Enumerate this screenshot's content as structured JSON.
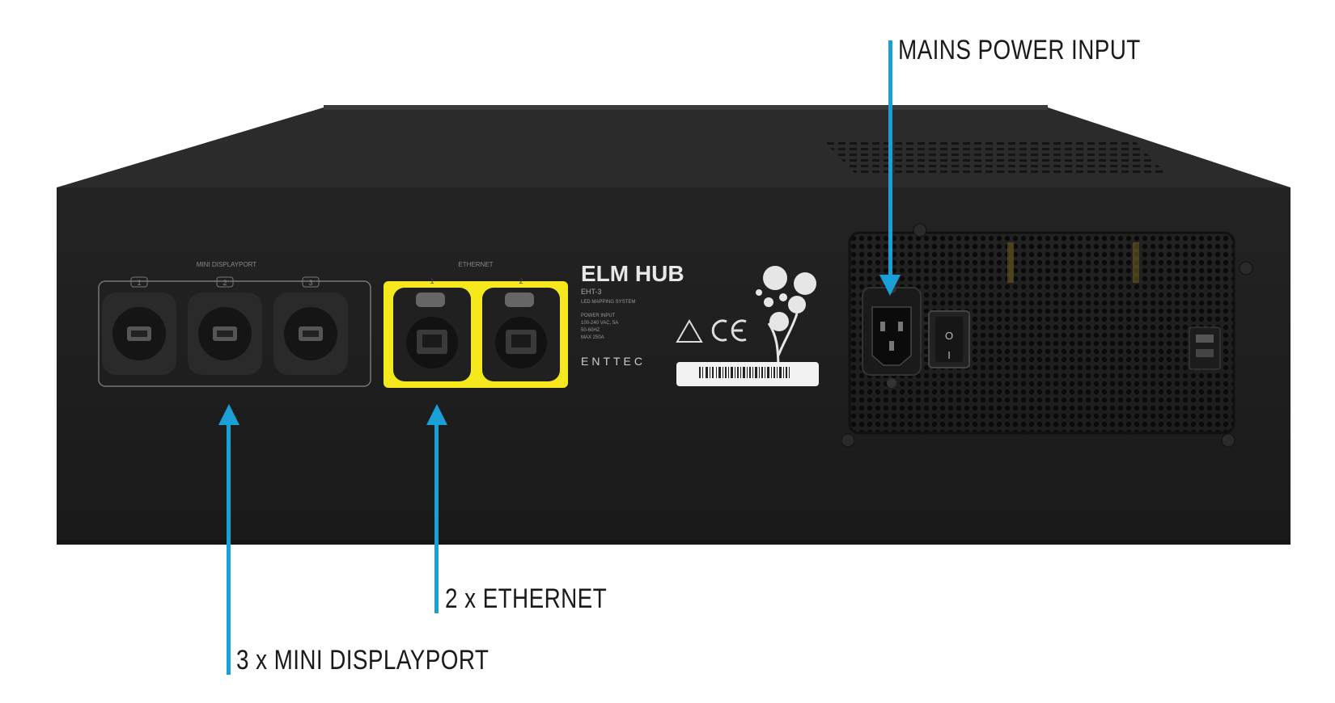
{
  "colors": {
    "callout": "#1aa0d6",
    "chassis": "#1d1d1d",
    "ethernet_panel": "#f5e81c"
  },
  "callouts": {
    "mains_power": "MAINS POWER INPUT",
    "ethernet": "2 x ETHERNET",
    "mini_displayport": "3 x MINI DISPLAYPORT"
  },
  "device": {
    "model": "ELM HUB",
    "sku": "EHT-3",
    "subtitle": "LED MAPPING SYSTEM",
    "brand": "ENTTEC",
    "power_specs": [
      "POWER INPUT",
      "100-240 VAC, 5A",
      "50-60HZ",
      "MAX 250A"
    ],
    "minidp_section_label": "MINI DISPLAYPORT",
    "ethernet_section_label": "ETHERNET",
    "port_numbers": [
      "1",
      "2",
      "3"
    ],
    "ethernet_port_numbers": [
      "1",
      "2"
    ],
    "switch_on": "I",
    "switch_off": "O"
  }
}
